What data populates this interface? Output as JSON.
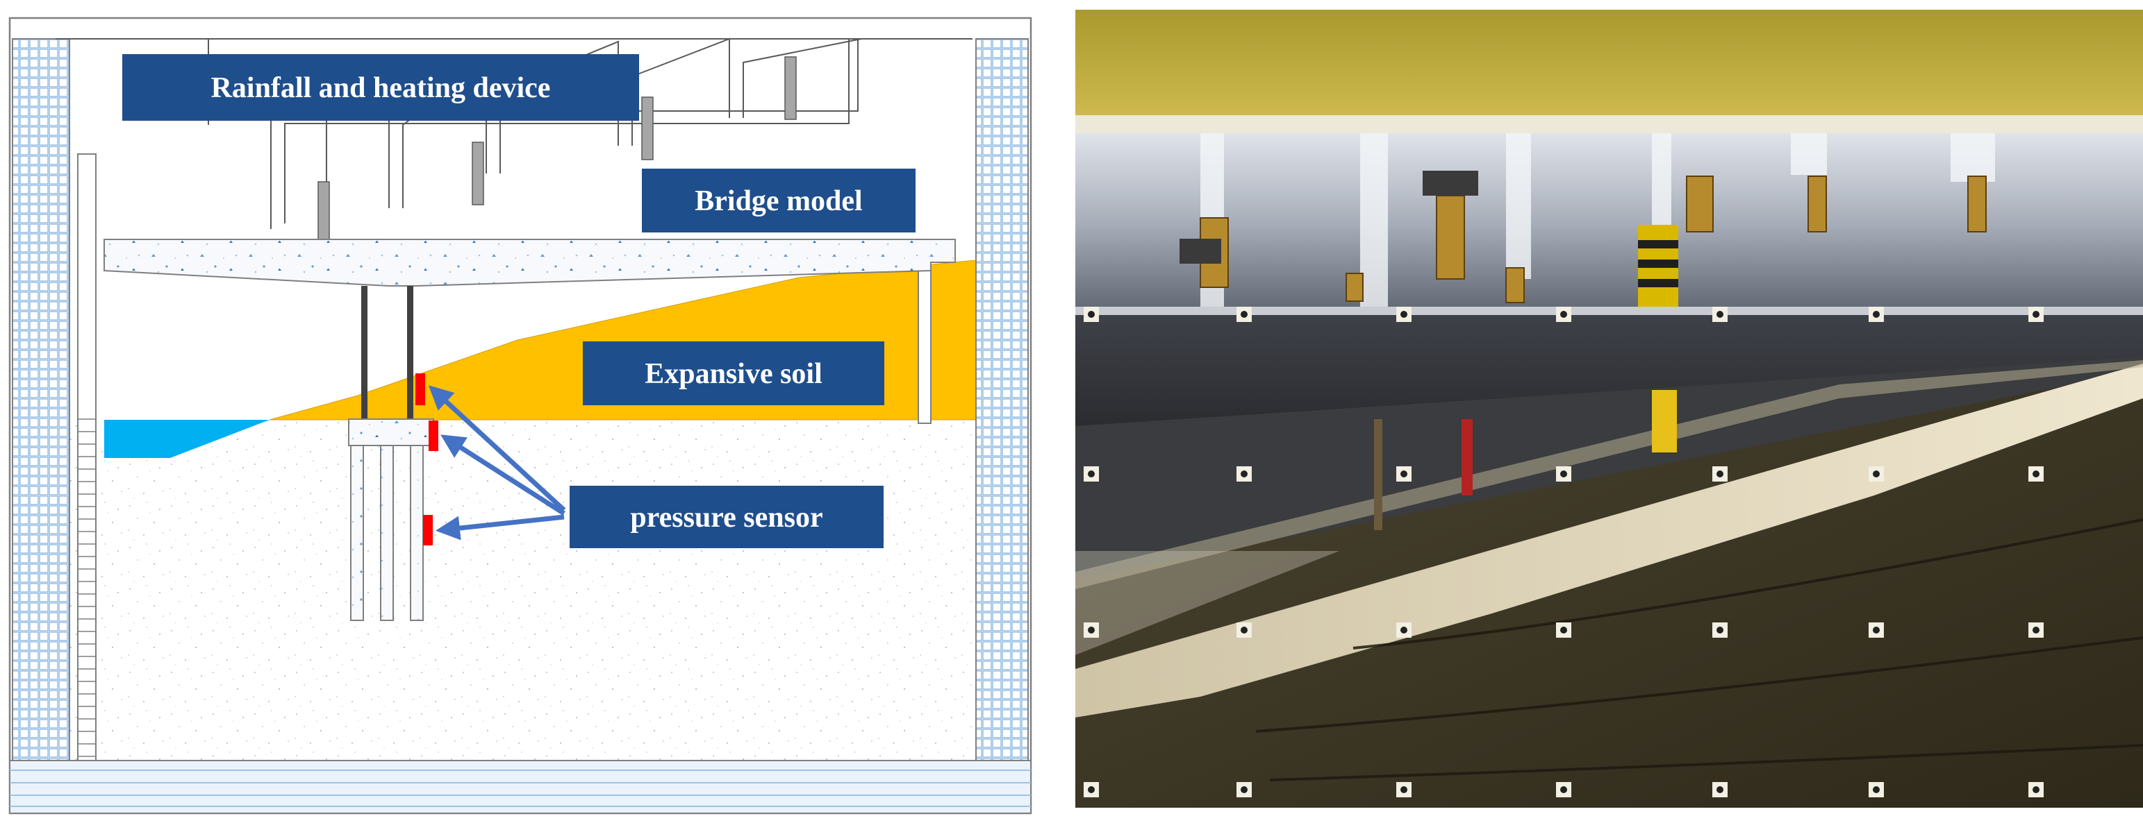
{
  "figure": {
    "left_panel": {
      "labels": {
        "rainfall": "Rainfall and heating device",
        "bridge": "Bridge model",
        "soil": "Expansive soil",
        "sensor": "pressure sensor"
      }
    },
    "right_panel": {
      "kind": "photograph"
    }
  },
  "colors": {
    "label_box": "#1f4e8c",
    "label_text": "#ffffff",
    "expansive_soil": "#ffc000",
    "water": "#00b0f0",
    "sensor": "#ff0000",
    "arrow": "#4472c4",
    "wall_grid": "#9dc3e6",
    "photo_top_band": "#b8a43a",
    "photo_sand": "#e8dcc0",
    "photo_dark_soil": "#3a3320"
  }
}
